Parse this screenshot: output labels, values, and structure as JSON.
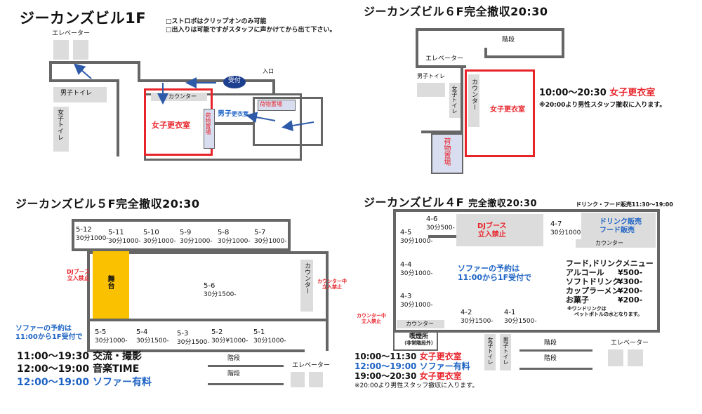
{
  "f1": {
    "title": "ジーカンズビル1F",
    "note1": "□ストロボはクリップオンのみ可能",
    "note2": "□出入りは可能ですがスタッフに声かけてから出て下さい。",
    "elevator": "エレベーター",
    "mens_toilet": "男子トイレ",
    "womens_toilet": "女子トイレ",
    "counter": "カウンター",
    "womens_dressing": "女子更衣室",
    "baggage": "荷物置場",
    "mens_dressing_a": "男子",
    "mens_dressing_b": "更衣室",
    "baggage2": "荷物置場",
    "reception": "受付",
    "entrance": "入口"
  },
  "f6": {
    "title": "ジーカンズビル６F完全撤収20:30",
    "stairs": "階段",
    "elevator": "エレベーター",
    "mens_toilet": "男子トイレ",
    "womens_toilet": "女子トイレ",
    "counter": "カウンター",
    "womens_dressing": "女子更衣室",
    "baggage": "荷物置場",
    "time": "10:00〜20:30",
    "time_label": "女子更衣室",
    "note": "※20:00より男性スタッフ撤収に入ります。"
  },
  "f5": {
    "title": "ジーカンズビル５F完全撤収20:30",
    "top_booths": [
      {
        "id": "5-12",
        "price": "30分1000-"
      },
      {
        "id": "5-11",
        "price": "30分1000-"
      },
      {
        "id": "5-10",
        "price": "30分1000-"
      },
      {
        "id": "5-9",
        "price": "30分1000-"
      },
      {
        "id": "5-8",
        "price": "30分1000-"
      },
      {
        "id": "5-7",
        "price": "30分1000-"
      }
    ],
    "bottom_booths": [
      {
        "id": "5-5",
        "price": "30分1000-"
      },
      {
        "id": "5-4",
        "price": "30分1500-"
      },
      {
        "id": "5-3",
        "price": "30分1500-"
      },
      {
        "id": "5-2",
        "price": "30分¥1000-"
      },
      {
        "id": "5-1",
        "price": "30分1000-"
      }
    ],
    "mid_booth": {
      "id": "5-6",
      "price": "30分1500-"
    },
    "dj_a": "DJブース",
    "dj_b": "立入禁止",
    "stage": "舞台",
    "counter": "カウンター",
    "counter_in_a": "カウンター中",
    "counter_in_b": "立入禁止",
    "sofa_a": "ソファーの予約は",
    "sofa_b": "11:00から1F受付で",
    "stairs1": "階段",
    "stairs2": "階段",
    "elevator": "エレベーター",
    "sched": [
      {
        "time": "11:00〜19:30",
        "label": "交流・撮影"
      },
      {
        "time": "12:00〜19:00",
        "label": "音楽TIME"
      },
      {
        "time": "12:00〜19:00",
        "label": "ソファー有料"
      }
    ]
  },
  "f4": {
    "title": "ジーカンズビル４F",
    "title_sub": "完全撤収20:30",
    "drink_hours": "ドリンク・フード販売11:30〜19:00",
    "booths": [
      {
        "id": "4-6",
        "price": "30分500-"
      },
      {
        "id": "4-5",
        "price": "30分1000-"
      },
      {
        "id": "4-7",
        "price": "30分1000-"
      },
      {
        "id": "4-4",
        "price": "30分1000-"
      },
      {
        "id": "4-3",
        "price": "30分1000-"
      },
      {
        "id": "4-2",
        "price": "30分1500-"
      },
      {
        "id": "4-1",
        "price": "30分1500-"
      }
    ],
    "dj_a": "DJブース",
    "dj_b": "立入禁止",
    "drink_sale_a": "ドリンク販売",
    "drink_sale_b": "フード販売",
    "counter_top": "カウンター",
    "counter_bottom": "カウンター",
    "sofa_a": "ソファーの予約は",
    "sofa_b": "11:00から1F受付で",
    "menu_title": "フード,ドリンクメニュー",
    "menu": [
      {
        "item": "アルコール",
        "price": "¥500-"
      },
      {
        "item": "ソフトドリンク",
        "price": "¥300-"
      },
      {
        "item": "カップラーメン",
        "price": "¥200-"
      },
      {
        "item": "お菓子",
        "price": "¥200-"
      }
    ],
    "menu_note_a": "※ワンドリンクは",
    "menu_note_b": "ペットボトルの水となります。",
    "counter_in_a": "カウンター中",
    "counter_in_b": "立入禁止",
    "smoking_a": "喫煙所",
    "smoking_b": "（非常階段外）",
    "womens_toilet": "女子トイレ",
    "mens_toilet": "男子トイレ",
    "stairs1": "階段",
    "stairs2": "階段",
    "elevator": "エレベーター",
    "sched": [
      {
        "time": "10:00〜11:30",
        "label": "女子更衣室"
      },
      {
        "time": "12:00〜19:00",
        "label": "ソファー有料"
      },
      {
        "time": "19:00〜20:30",
        "label": "女子更衣室"
      }
    ],
    "note": "※20:00より男性スタッフ撤収に入ります。"
  }
}
